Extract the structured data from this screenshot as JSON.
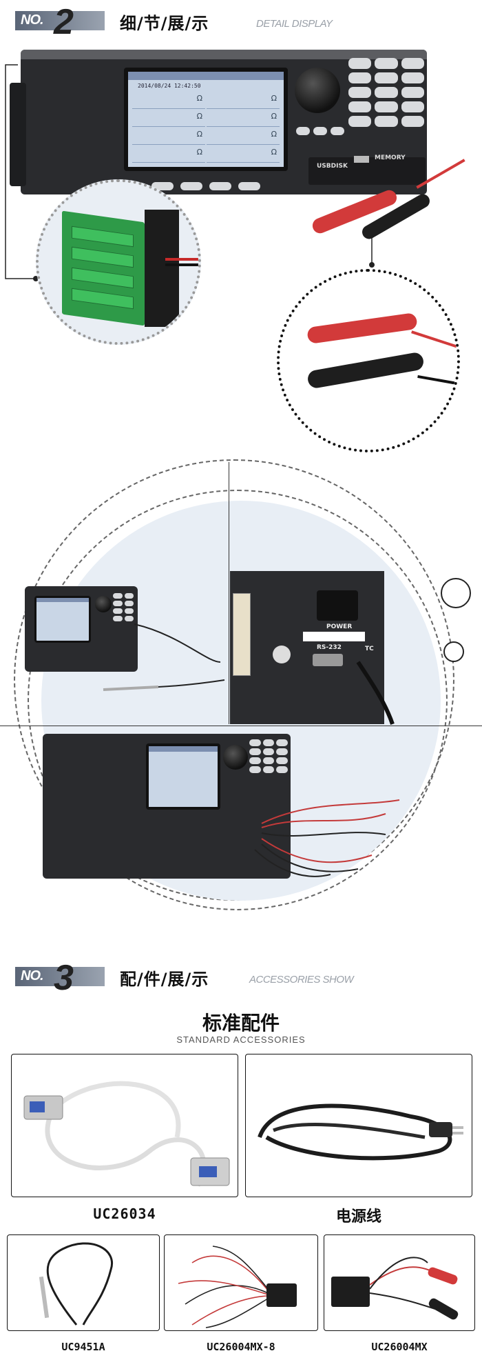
{
  "section2": {
    "no_label": "NO.",
    "no_number": "2",
    "title": "细/节/展/示",
    "subtitle": "DETAIL DISPLAY",
    "device_text": {
      "usb_label": "USBDISK",
      "memory_label": "MEMORY",
      "screen_header": "2014/08/24 12:42:50",
      "power_label": "POWER",
      "rs232_label": "RS-232",
      "tc_label": "TC"
    }
  },
  "section3": {
    "no_label": "NO.",
    "no_number": "3",
    "title": "配/件/展/示",
    "subtitle": "ACCESSORIES SHOW",
    "heading": "标准配件",
    "heading_en": "STANDARD ACCESSORIES",
    "items_top": [
      {
        "label": "UC26034",
        "icon": "serial-cable-icon"
      },
      {
        "label": "电源线",
        "icon": "power-cord-icon"
      }
    ],
    "items_bottom": [
      {
        "label": "UC9451A",
        "icon": "thermocouple-probe-icon"
      },
      {
        "label": "UC26004MX-8",
        "icon": "wire-harness-icon"
      },
      {
        "label": "UC26004MX",
        "icon": "test-clip-cable-icon"
      }
    ]
  },
  "colors": {
    "badge_gradient_start": "#5a6577",
    "badge_gradient_end": "#9aa3b0",
    "device_body": "#2a2b2e",
    "pcb_green": "#2e9a48",
    "clip_red": "#d23a3a"
  }
}
